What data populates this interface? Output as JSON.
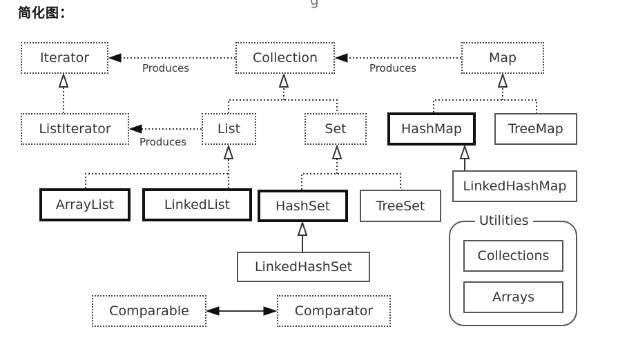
{
  "title": "简化图：",
  "top_fragment": "g",
  "nodes": {
    "iterator": "Iterator",
    "collection": "Collection",
    "map": "Map",
    "list_iterator": "ListIterator",
    "list": "List",
    "set": "Set",
    "hash_map": "HashMap",
    "tree_map": "TreeMap",
    "linked_hash_map": "LinkedHashMap",
    "array_list": "ArrayList",
    "linked_list": "LinkedList",
    "hash_set": "HashSet",
    "tree_set": "TreeSet",
    "linked_hash_set": "LinkedHashSet",
    "comparable": "Comparable",
    "comparator": "Comparator"
  },
  "edge_labels": {
    "collection_produces_iterator": "Produces",
    "map_produces_collection": "Produces",
    "list_produces_listiterator": "Produces"
  },
  "utilities": {
    "title": "Utilities",
    "items": [
      "Collections",
      "Arrays"
    ]
  }
}
